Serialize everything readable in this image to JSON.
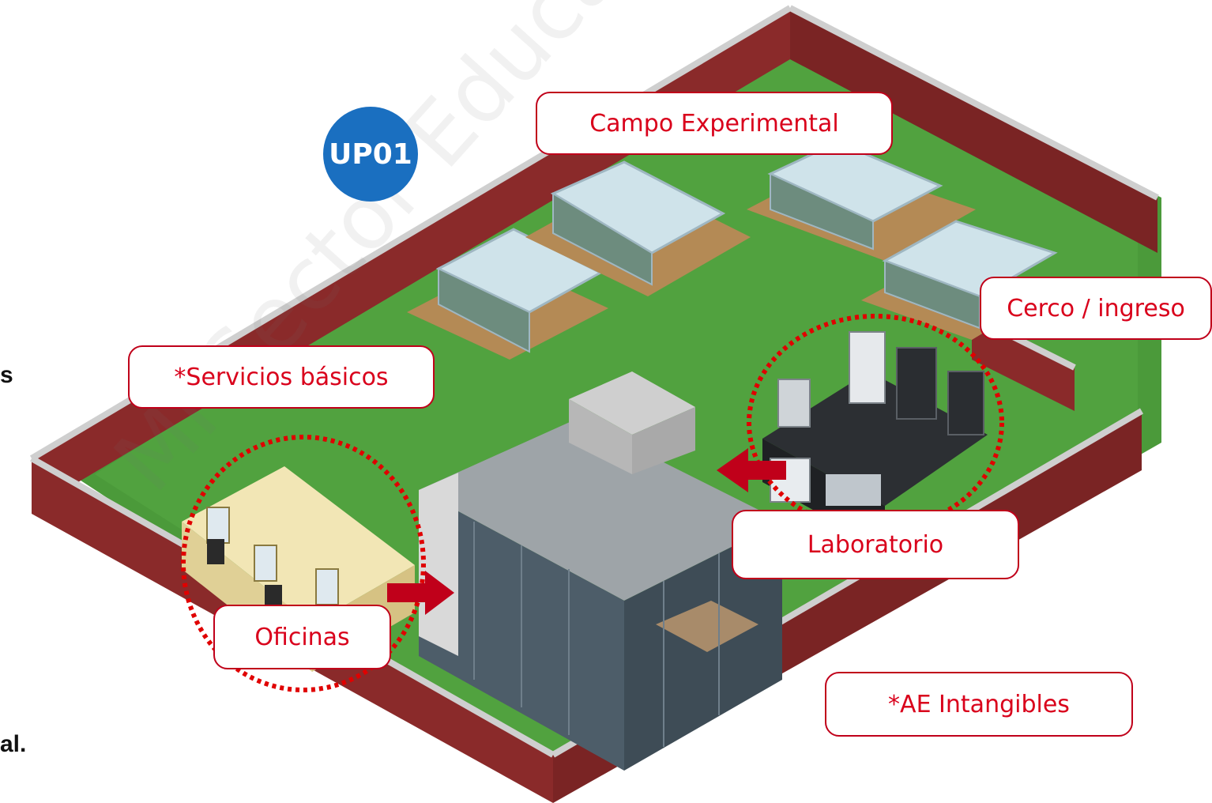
{
  "labels": {
    "campo": "Campo Experimental",
    "cerco": "Cerco / ingreso",
    "servicios": "*Servicios básicos",
    "laboratorio": "Laboratorio",
    "oficinas": "Oficinas",
    "intangibles": "*AE Intangibles"
  },
  "badge": "UP01",
  "watermark": "MI Sector Educación",
  "edge_text": {
    "top": "s",
    "bottom": "al."
  },
  "colors": {
    "label_red": "#d9001b",
    "badge_blue": "#1a6fc0",
    "lawn_green": "#4b9a3a",
    "wall_brick": "#8a2a2a",
    "arrow_red": "#c0001a"
  }
}
